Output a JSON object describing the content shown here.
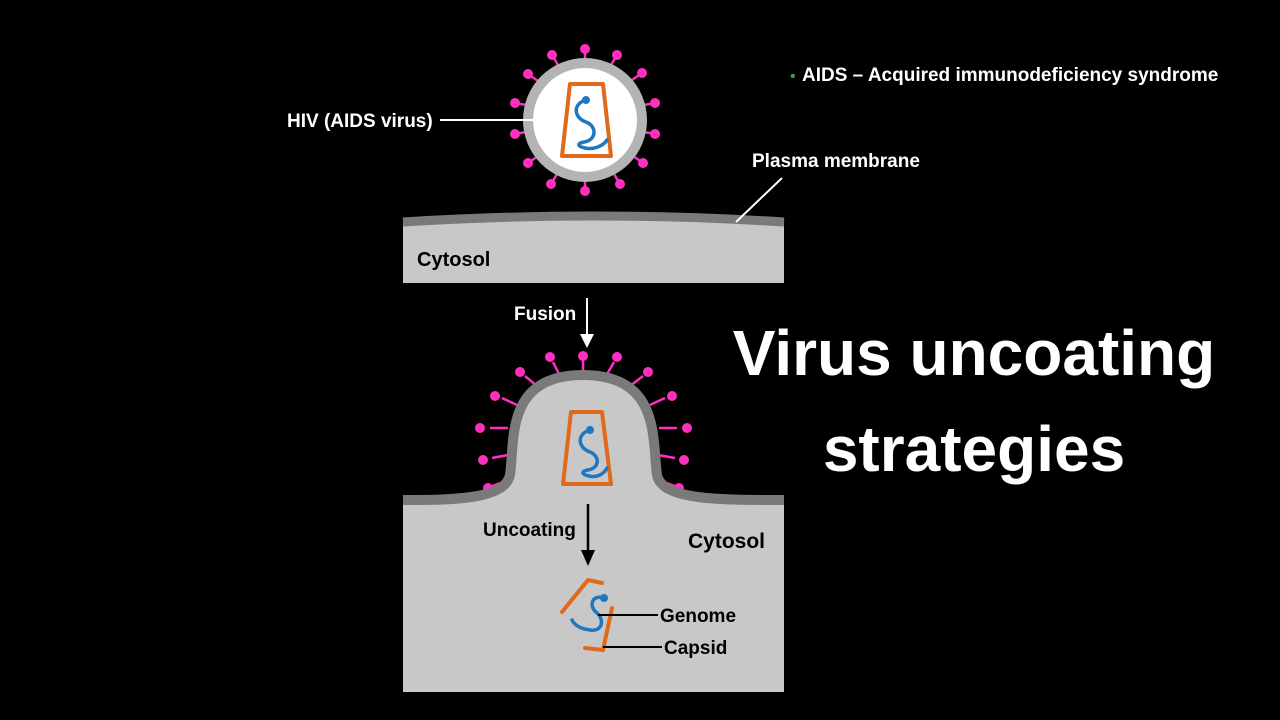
{
  "definition": {
    "bullet": "•",
    "text": "AIDS – Acquired immunodeficiency syndrome"
  },
  "labels": {
    "hiv": "HIV (AIDS virus)",
    "plasma_membrane": "Plasma membrane",
    "cytosol_top": "Cytosol",
    "fusion": "Fusion",
    "uncoating": "Uncoating",
    "cytosol_bottom": "Cytosol",
    "genome": "Genome",
    "capsid": "Capsid"
  },
  "title": {
    "line1": "Virus uncoating",
    "line2": "strategies"
  },
  "colors": {
    "background": "#000000",
    "cytosol": "#c8c8c8",
    "membrane": "#7a7a7a",
    "envelope": "#b4b4b4",
    "spike": "#ff2fc0",
    "capsid": "#e06a1a",
    "genome": "#1f77c0",
    "bullet": "#2ea84a"
  }
}
